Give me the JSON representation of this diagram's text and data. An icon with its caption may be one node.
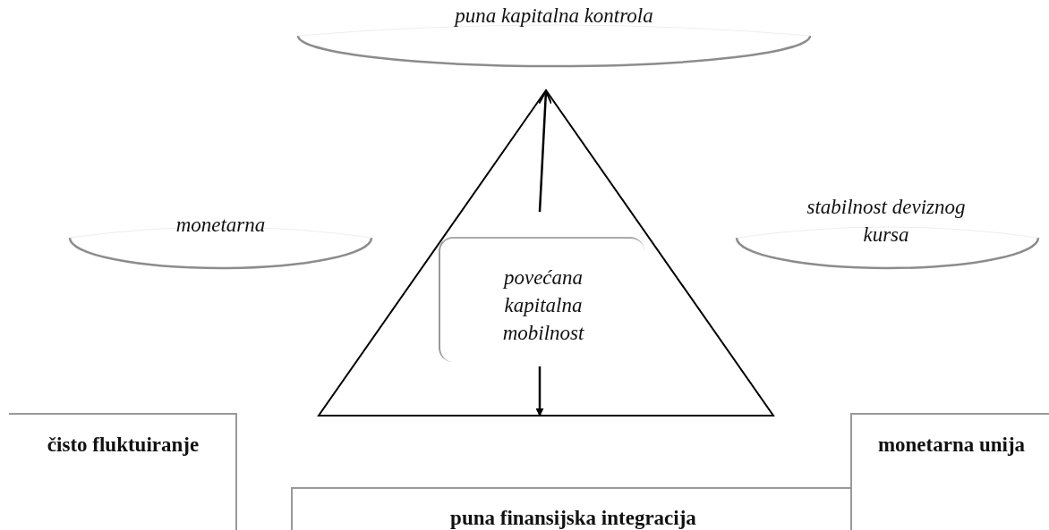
{
  "diagram": {
    "nodes": [
      {
        "text": [
          "puna kapitalna kontrola"
        ]
      },
      {
        "text": [
          "monetarna"
        ]
      },
      {
        "text": [
          "stabilnost deviznog kursa"
        ]
      },
      {
        "text": [],
        "shape": "triangle"
      },
      {
        "text": [
          "povećana kapitalna mobilnost"
        ],
        "in": 3
      },
      {
        "text": [
          "čisto fluktuiranje"
        ]
      },
      {
        "text": [
          "monetarna unija"
        ]
      },
      {
        "text": [
          "puna finansijska integracija"
        ]
      }
    ],
    "edges": [
      {
        "from": 4,
        "to": null,
        "arrow": "to"
      },
      {
        "from": 4,
        "to": null,
        "arrow": "to"
      }
    ]
  }
}
